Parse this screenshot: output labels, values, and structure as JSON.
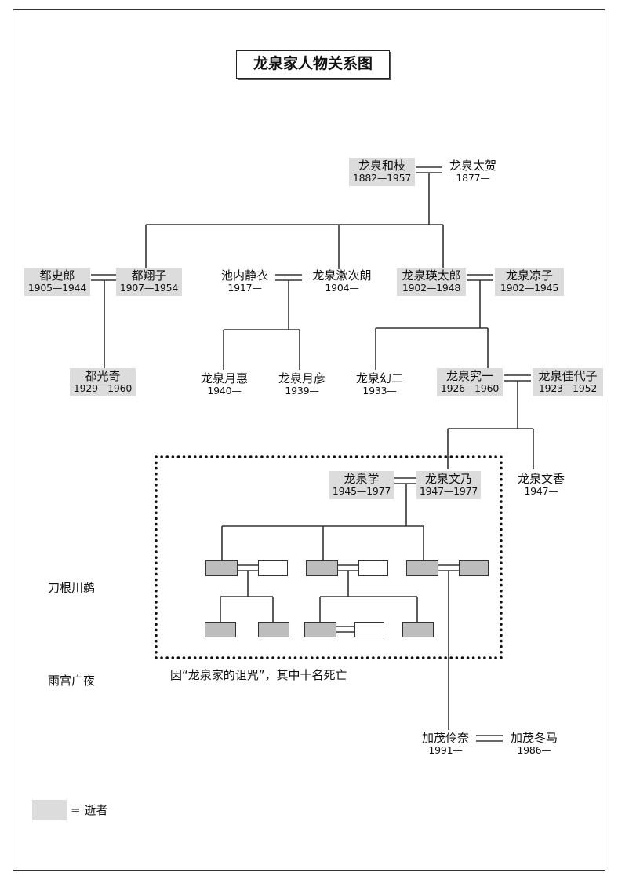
{
  "title": "龙泉家人物关系图",
  "people": {
    "wazue": {
      "name": "龙泉和枝",
      "years": "1882—1957"
    },
    "taiga": {
      "name": "龙泉太贺",
      "years": "1877—"
    },
    "shiro": {
      "name": "都史郎",
      "years": "1905—1944"
    },
    "shoko": {
      "name": "都翔子",
      "years": "1907—1954"
    },
    "seii": {
      "name": "池内静衣",
      "years": "1917—"
    },
    "sojiro": {
      "name": "龙泉漱次朗",
      "years": "1904—"
    },
    "eitaro": {
      "name": "龙泉瑛太郎",
      "years": "1902—1948"
    },
    "ryoko": {
      "name": "龙泉凉子",
      "years": "1902—1945"
    },
    "kouki": {
      "name": "都光奇",
      "years": "1929—1960"
    },
    "tsukie": {
      "name": "龙泉月惠",
      "years": "1940—"
    },
    "tsukihiko": {
      "name": "龙泉月彦",
      "years": "1939—"
    },
    "genji": {
      "name": "龙泉幻二",
      "years": "1933—"
    },
    "kyuichi": {
      "name": "龙泉究一",
      "years": "1926—1960"
    },
    "kayoko": {
      "name": "龙泉佳代子",
      "years": "1923—1952"
    },
    "manabu": {
      "name": "龙泉学",
      "years": "1945—1977"
    },
    "fumino": {
      "name": "龙泉文乃",
      "years": "1947—1977"
    },
    "fumika": {
      "name": "龙泉文香",
      "years": "1947—"
    },
    "reina": {
      "name": "加茂伶奈",
      "years": "1991—"
    },
    "toma": {
      "name": "加茂冬马",
      "years": "1986—"
    }
  },
  "side_labels": {
    "tone": "刀根川鹈",
    "amamiya": "雨宫广夜"
  },
  "curse_note": "因“龙泉家的诅咒”，其中十名死亡",
  "legend": {
    "label": "= 逝者",
    "deceased_color": "#dcdcdc"
  },
  "colors": {
    "deceased_bg": "#dcdcdc",
    "gray_box": "#bdbdbd",
    "line": "#333333"
  }
}
